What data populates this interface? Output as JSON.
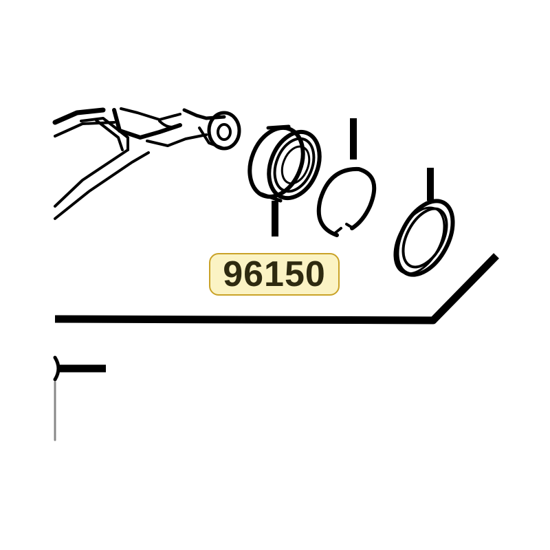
{
  "part_callout": {
    "number": "96150",
    "fill_color": "#fbf3c4",
    "border_color": "#c9a227"
  },
  "diagram": {
    "parts": [
      "housing",
      "oil-seal",
      "snap-ring",
      "o-ring-washer",
      "screw"
    ],
    "line_color": "#000000"
  }
}
